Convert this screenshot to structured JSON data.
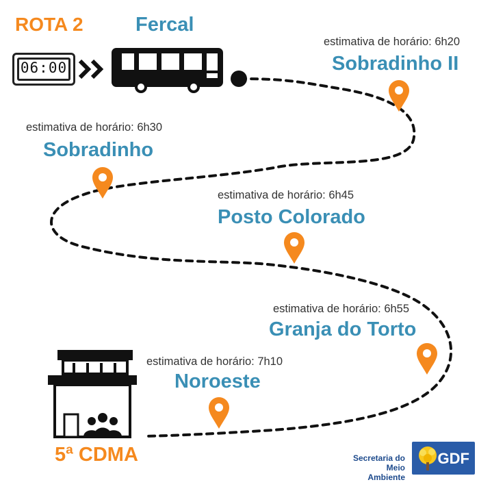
{
  "route": {
    "title": "ROTA 2",
    "origin": "Fercal",
    "departure_time": "06:00",
    "destination": "5ª CDMA"
  },
  "stops": [
    {
      "name": "Sobradinho II",
      "estimate": "estimativa de horário: 6h20"
    },
    {
      "name": "Sobradinho",
      "estimate": "estimativa de horário: 6h30"
    },
    {
      "name": "Posto Colorado",
      "estimate": "estimativa de horário: 6h45"
    },
    {
      "name": "Granja do Torto",
      "estimate": "estimativa de horário: 6h55"
    },
    {
      "name": "Noroeste",
      "estimate": "estimativa de horário: 7h10"
    }
  ],
  "footer": {
    "secretaria": "Secretaria do Meio Ambiente",
    "brand": "GDF"
  },
  "colors": {
    "accent": "#f5891e",
    "stop": "#3a8fb5",
    "text": "#333333",
    "brand": "#2a5ca8"
  },
  "icons": [
    "digital-clock-icon",
    "double-chevron-icon",
    "bus-icon",
    "location-pin-icon",
    "school-building-icon",
    "sun-tree-logo-icon"
  ]
}
